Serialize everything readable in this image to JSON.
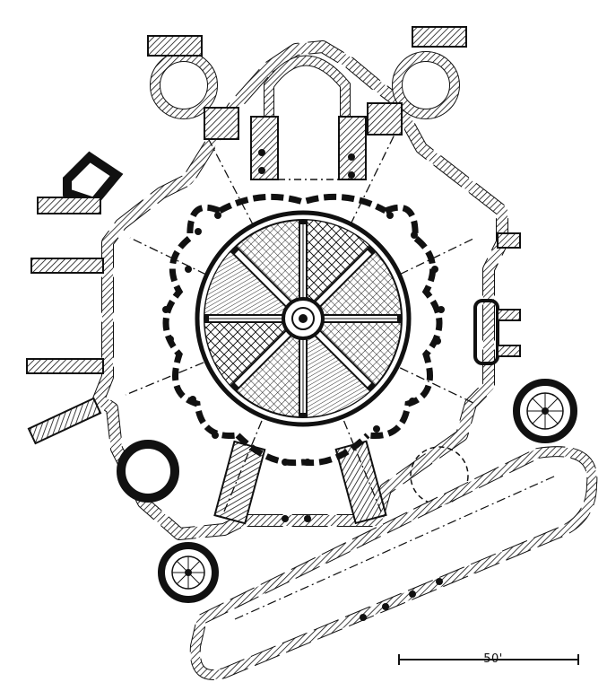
{
  "scale_bar": {
    "label": "50'"
  },
  "colors": {
    "ink": "#111111",
    "paper": "#ffffff"
  },
  "icons": [
    "central-dome-rosette",
    "stair-turret",
    "column-drum",
    "hatched-wall"
  ]
}
